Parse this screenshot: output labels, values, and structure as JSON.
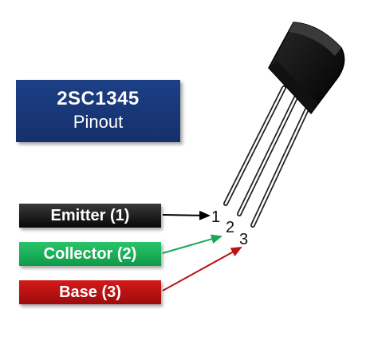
{
  "title": {
    "part": "2SC1345",
    "subtitle": "Pinout"
  },
  "pins": {
    "emitter": {
      "label": "Emitter (1)",
      "number": "1",
      "color": "#000000"
    },
    "collector": {
      "label": "Collector (2)",
      "number": "2",
      "color": "#19a85a"
    },
    "base": {
      "label": "Base (3)",
      "number": "3",
      "color": "#b81414"
    }
  }
}
